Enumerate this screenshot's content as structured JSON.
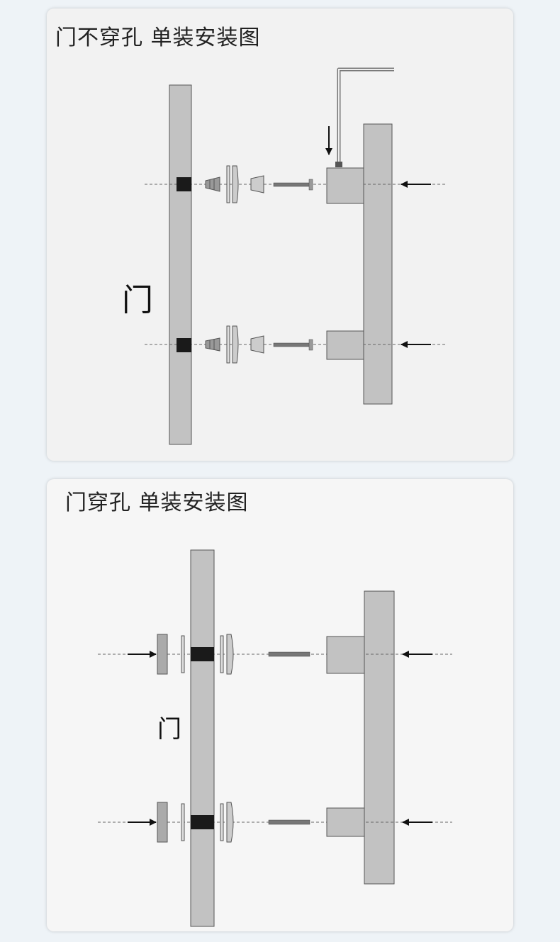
{
  "panels": [
    {
      "title": "门不穿孔 单装安装图",
      "door_label": "门",
      "colors": {
        "door": "#c2c2c2",
        "outline": "#555555",
        "hole": "#1a1a1a",
        "screw": "#777777",
        "arrow": "#111111",
        "line": "#666666"
      },
      "icons": [
        "door-panel",
        "wall-anchor-icon",
        "washer-icon",
        "mount-cap-icon",
        "screw-icon",
        "handle-bar",
        "allen-key-icon",
        "arrow-icon"
      ]
    },
    {
      "title": "门穿孔 单装安装图",
      "door_label": "门",
      "colors": {
        "door": "#c2c2c2",
        "outline": "#555555",
        "hole": "#1a1a1a",
        "screw": "#777777",
        "arrow": "#111111",
        "line": "#666666"
      },
      "icons": [
        "door-panel",
        "back-cap-icon",
        "washer-icon",
        "mount-cap-icon",
        "screw-icon",
        "handle-bar",
        "arrow-icon"
      ]
    }
  ]
}
